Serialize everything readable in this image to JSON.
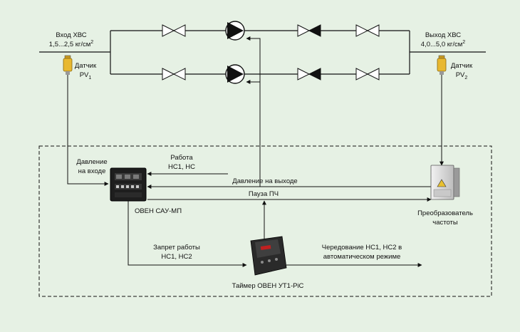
{
  "inlet": {
    "title": "Вход ХВС",
    "pressure_text": "1,5...2,5 кг/см",
    "pressure_sup": "2",
    "sensor_label": "Датчик",
    "sensor_id": "PV",
    "sensor_sub": "1"
  },
  "outlet": {
    "title": "Выход ХВС",
    "pressure_text": "4,0...5,0 кг/см",
    "pressure_sup": "2",
    "sensor_label": "Датчик",
    "sensor_id": "PV",
    "sensor_sub": "2"
  },
  "controller": {
    "input_label_1": "Давление",
    "input_label_2": "на входе",
    "name": "ОВЕН САУ-МП"
  },
  "signals": {
    "work_1": "Работа",
    "work_2": "НС1, НС",
    "outlet_pressure": "Давление на выходе",
    "pause": "Пауза ПЧ",
    "ban_1": "Запрет работы",
    "ban_2": "НС1, НС2",
    "alternation_1": "Чередование НС1, НС2 в",
    "alternation_2": "автоматическом режиме"
  },
  "converter": {
    "name_1": "Преобразователь",
    "name_2": "частоты"
  },
  "timer": {
    "name": "Таймер ОВЕН УТ1-PiC"
  },
  "colors": {
    "background": "#e6f1e4",
    "line": "#111111",
    "sensor_fill": "#e8b830",
    "device_dark": "#1e1e1e",
    "cabinet": "#d8d8d8"
  }
}
